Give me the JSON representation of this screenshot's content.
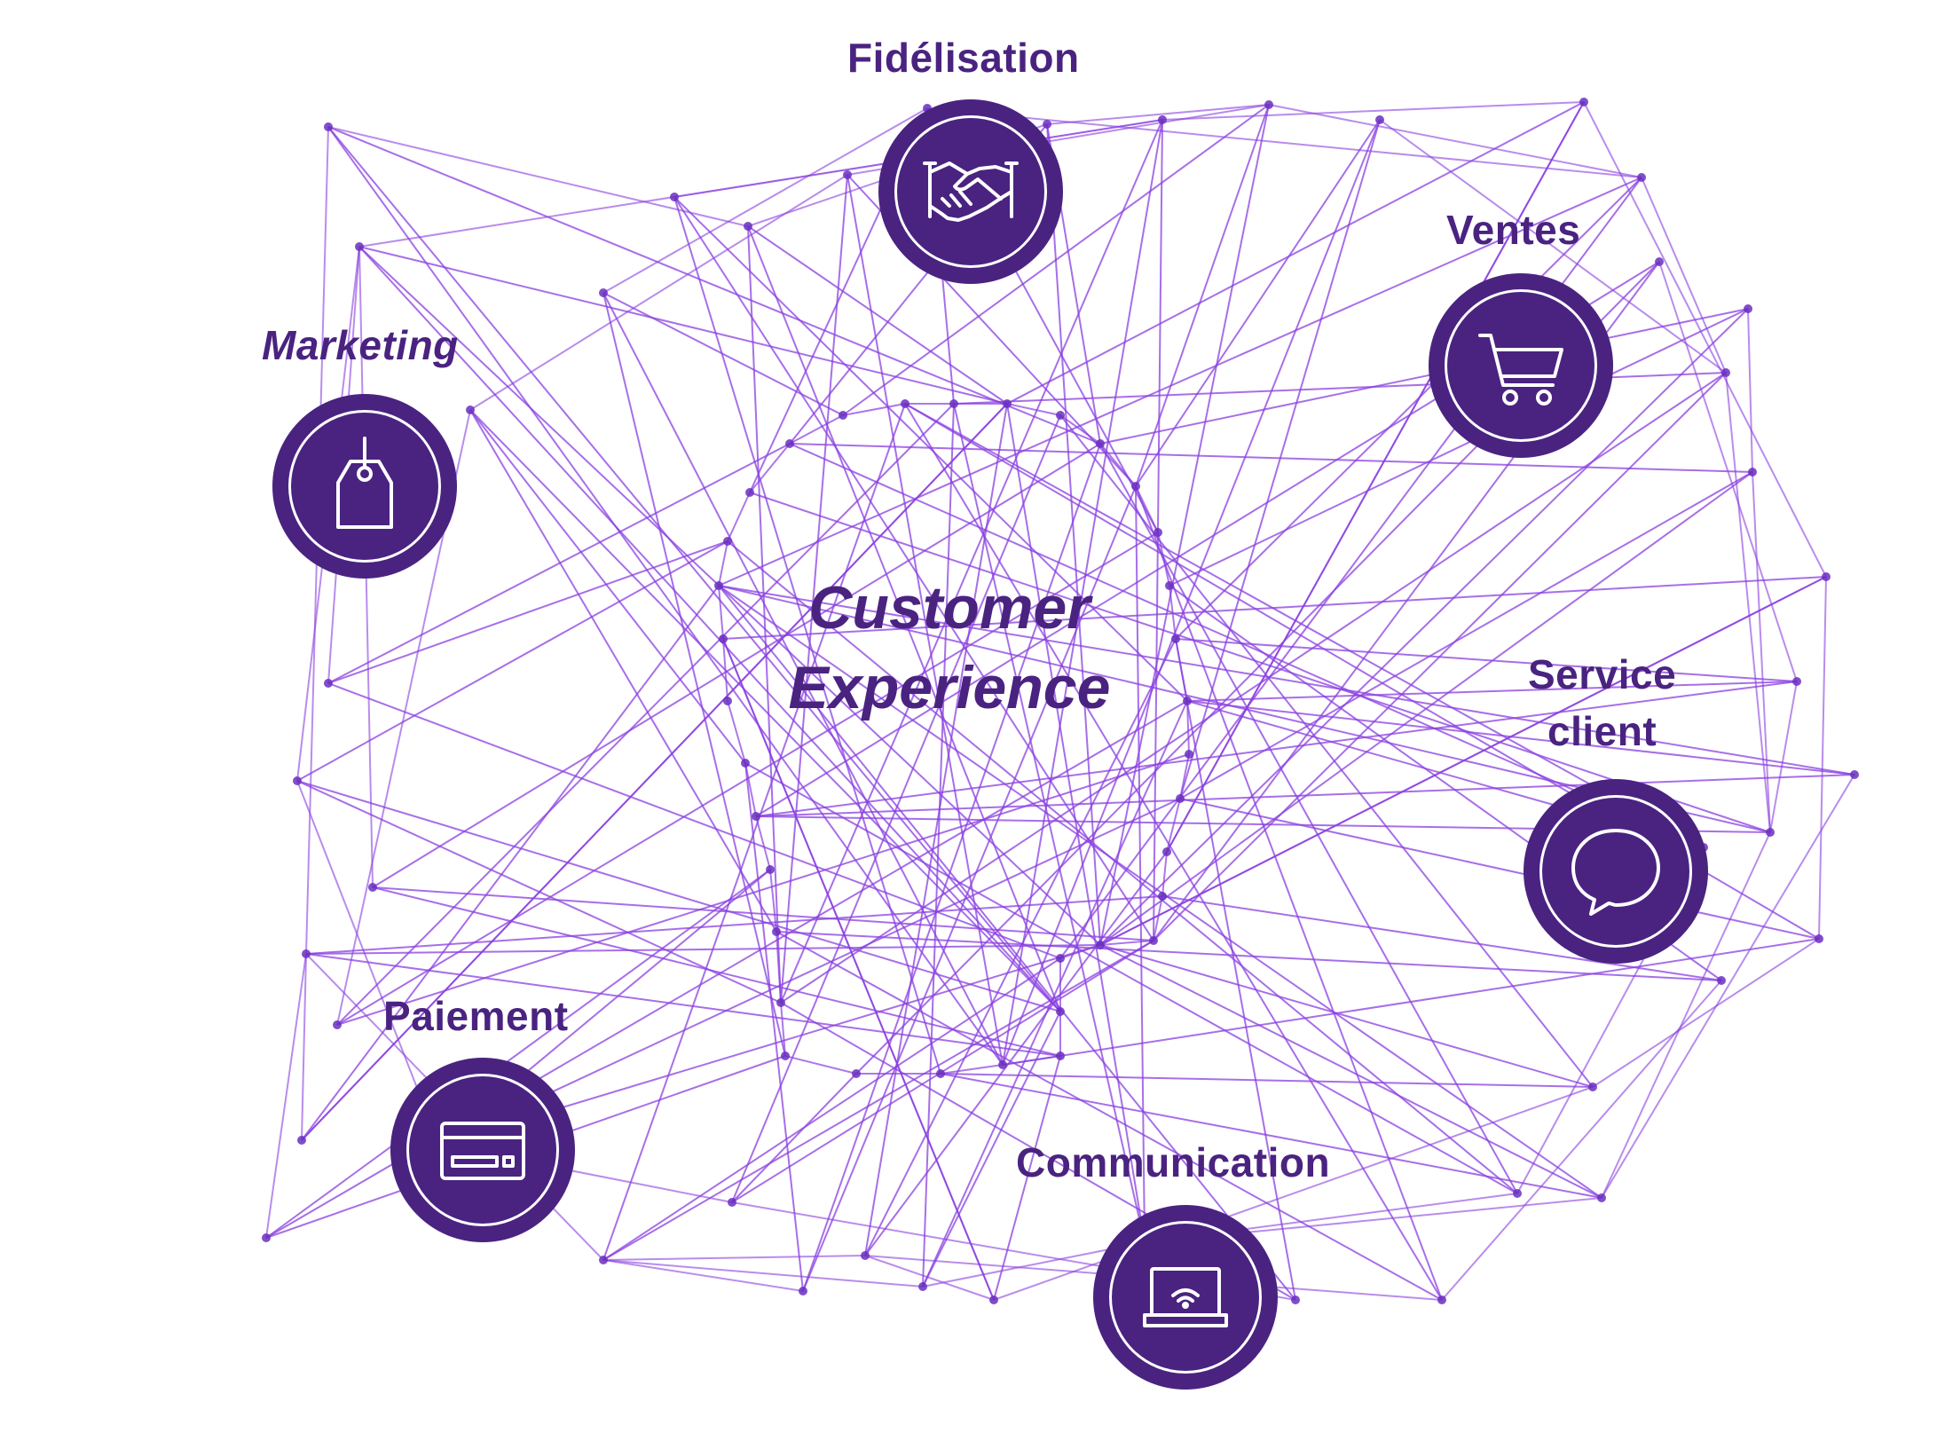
{
  "center": {
    "line1": "Customer",
    "line2": "Experience"
  },
  "nodes": [
    {
      "id": "fidelisation",
      "label": "Fidélisation",
      "icon": "handshake-icon"
    },
    {
      "id": "ventes",
      "label": "Ventes",
      "icon": "shopping-cart-icon"
    },
    {
      "id": "marketing",
      "label": "Marketing",
      "icon": "price-tag-icon"
    },
    {
      "id": "service",
      "label_line1": "Service",
      "label_line2": "client",
      "icon": "speech-bubble-icon"
    },
    {
      "id": "paiement",
      "label": "Paiement",
      "icon": "credit-card-icon"
    },
    {
      "id": "communication",
      "label": "Communication",
      "icon": "laptop-wifi-icon"
    }
  ],
  "colors": {
    "brand": "#4a2380",
    "thread": "#8a3fe0",
    "pin": "#6a2fc0"
  }
}
